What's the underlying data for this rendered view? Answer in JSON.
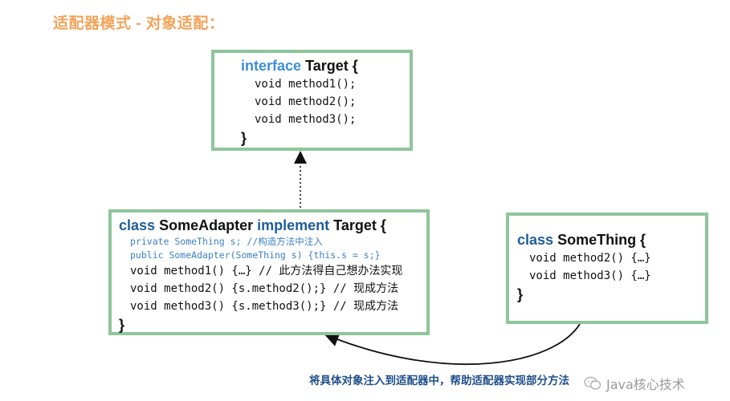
{
  "title": "适配器模式 - 对象适配：",
  "target_box": {
    "keyword": "interface",
    "name": "Target {",
    "lines": [
      "void method1();",
      "void method2();",
      "void method3();"
    ],
    "close": "}"
  },
  "adapter_box": {
    "keyword_class": "class",
    "name": "SomeAdapter",
    "keyword_implement": "implement",
    "target": "Target {",
    "small_lines": [
      "private SomeThing s; //构造方法中注入",
      "public SomeAdapter(SomeThing s) {this.s = s;}"
    ],
    "lines": [
      "void method1() {…} // 此方法得自己想办法实现",
      "void method2() {s.method2();} // 现成方法",
      "void method3() {s.method3();} // 现成方法"
    ],
    "close": "}"
  },
  "something_box": {
    "keyword": "class",
    "name": "SomeThing {",
    "lines": [
      "void method2() {…}",
      "void method3() {…}"
    ],
    "close": "}"
  },
  "caption": "将具体对象注入到适配器中，帮助适配器实现部分方法",
  "watermark": "Java核心技术",
  "colors": {
    "title": "#f3a35a",
    "box_border": "#8fc59b",
    "keyword": "#1f5c99",
    "interface_keyword": "#3d8fd6",
    "caption": "#1f4f8a"
  }
}
